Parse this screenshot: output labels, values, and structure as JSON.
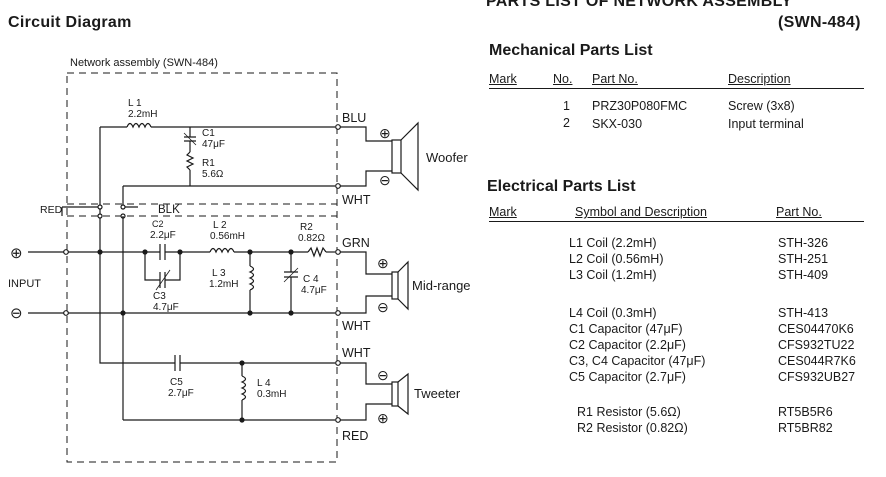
{
  "circuit": {
    "title": "Circuit Diagram",
    "assembly_label": "Network assembly (SWN-484)",
    "input_label": "INPUT",
    "plus": "⊕",
    "minus": "⊖",
    "red_left": "RED",
    "blk": "BLK",
    "terminals": {
      "blu": "BLU",
      "wht1": "WHT",
      "grn": "GRN",
      "wht2": "WHT",
      "wht3": "WHT",
      "red": "RED"
    },
    "speakers": {
      "woofer": "Woofer",
      "mid": "Mid-range",
      "tweeter": "Tweeter"
    },
    "components": {
      "l1_name": "L 1",
      "l1_val": "2.2mH",
      "c1_name": "C1",
      "c1_val": "47μF",
      "r1_name": "R1",
      "r1_val": "5.6Ω",
      "c2_name": "C2",
      "c2_val": "2.2μF",
      "l2_name": "L 2",
      "l2_val": "0.56mH",
      "r2_name": "R2",
      "r2_val": "0.82Ω",
      "c3_name": "C3",
      "c3_val": "4.7μF",
      "l3_name": "L 3",
      "l3_val": "1.2mH",
      "c4_name": "C 4",
      "c4_val": "4.7μF",
      "c5_name": "C5",
      "c5_val": "2.7μF",
      "l4_name": "L 4",
      "l4_val": "0.3mH"
    }
  },
  "parts": {
    "title_line1": "PARTS LIST OF NETWORK ASSEMBLY",
    "title_line2": "(SWN-484)",
    "mechanical": {
      "heading": "Mechanical Parts List",
      "columns": [
        "Mark",
        "No.",
        "Part No.",
        "Description"
      ],
      "rows": [
        {
          "no": "1",
          "part": "PRZ30P080FMC",
          "desc": "Screw (3x8)"
        },
        {
          "no": "2",
          "part": "SKX-030",
          "desc": "Input terminal"
        }
      ]
    },
    "electrical": {
      "heading": "Electrical Parts List",
      "columns": [
        "Mark",
        "Symbol and Description",
        "Part No."
      ],
      "rows": [
        {
          "sym": "L1  Coil (2.2mH)",
          "part": "STH-326"
        },
        {
          "sym": "L2  Coil (0.56mH)",
          "part": "STH-251"
        },
        {
          "sym": "L3  Coil (1.2mH)",
          "part": "STH-409"
        },
        {
          "sym": "L4  Coil (0.3mH)",
          "part": "STH-413"
        },
        {
          "sym": "C1  Capacitor (47μF)",
          "part": "CES04470K6"
        },
        {
          "sym": "C2  Capacitor (2.2μF)",
          "part": "CFS932TU22"
        },
        {
          "sym": "C3,  C4  Capacitor (47μF)",
          "part": "CES044R7K6"
        },
        {
          "sym": "C5  Capacitor (2.7μF)",
          "part": "CFS932UB27"
        },
        {
          "sym": "R1  Resistor (5.6Ω)",
          "part": "RT5B5R6"
        },
        {
          "sym": "R2  Resistor (0.82Ω)",
          "part": "RT5BR82"
        }
      ]
    }
  }
}
